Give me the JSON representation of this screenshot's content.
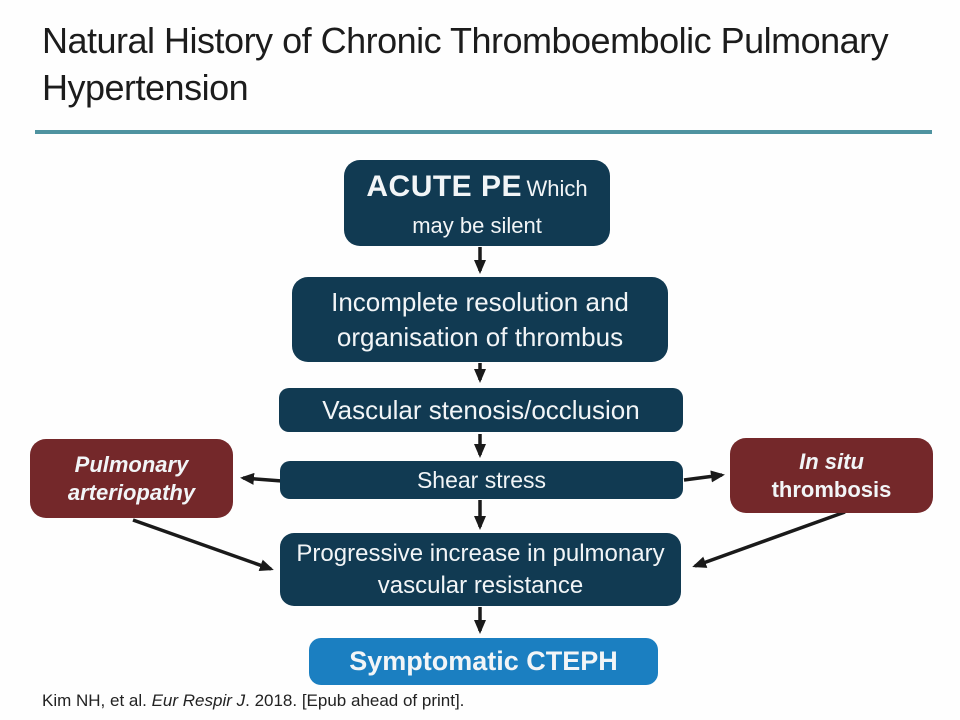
{
  "slide": {
    "title": "Natural History of Chronic Thromboembolic Pulmonary Hypertension",
    "citation": {
      "prefix": "Kim NH, et al. ",
      "journal": "Eur Respir J",
      "suffix": ". 2018. [Epub ahead of print]."
    }
  },
  "colors": {
    "node_navy": "#113a52",
    "node_maroon": "#74282a",
    "node_light_blue": "#1b7fc1",
    "title_rule_teal": "#4f93a0",
    "arrow_black": "#1a1a1a",
    "node_text": "#f2f5f7"
  },
  "flowchart": {
    "nodes": {
      "acute": {
        "emphasis": "ACUTE PE",
        "rest": "Which may be silent"
      },
      "incomplete": {
        "label": "Incomplete resolution and organisation of thrombus"
      },
      "vascular": {
        "label": "Vascular stenosis/occlusion"
      },
      "shear": {
        "label": "Shear stress"
      },
      "progressive": {
        "label": "Progressive increase in pulmonary vascular resistance"
      },
      "symptomatic": {
        "label": "Symptomatic CTEPH"
      },
      "pulmonary_arteriopathy": {
        "label": "Pulmonary arteriopathy"
      },
      "in_situ": {
        "line1": "In situ",
        "line2": "thrombosis"
      }
    }
  }
}
